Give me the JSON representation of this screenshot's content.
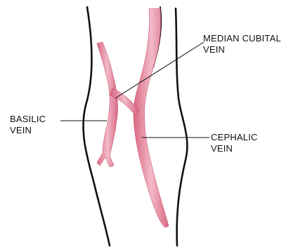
{
  "labels": {
    "median_cubital": {
      "line1": "MEDIAN CUBITAL",
      "line2": "VEIN"
    },
    "basilic": {
      "line1": "BASILIC",
      "line2": "VEIN"
    },
    "cephalic": {
      "line1": "CEPHALIC",
      "line2": "VEIN"
    }
  },
  "colors": {
    "vein_fill": "#e58aa0",
    "vein_highlight": "#f4c3cf",
    "vein_dark": "#c8506d",
    "outline": "#111111"
  }
}
